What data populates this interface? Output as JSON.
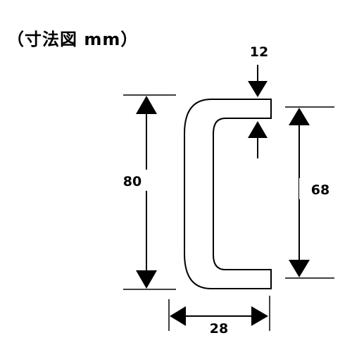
{
  "diagram": {
    "title": "（寸法図 mm）",
    "dimensions": {
      "overall_height": "80",
      "inner_height": "68",
      "depth": "28",
      "thickness": "12"
    },
    "colors": {
      "line": "#000000",
      "background": "#ffffff"
    }
  }
}
